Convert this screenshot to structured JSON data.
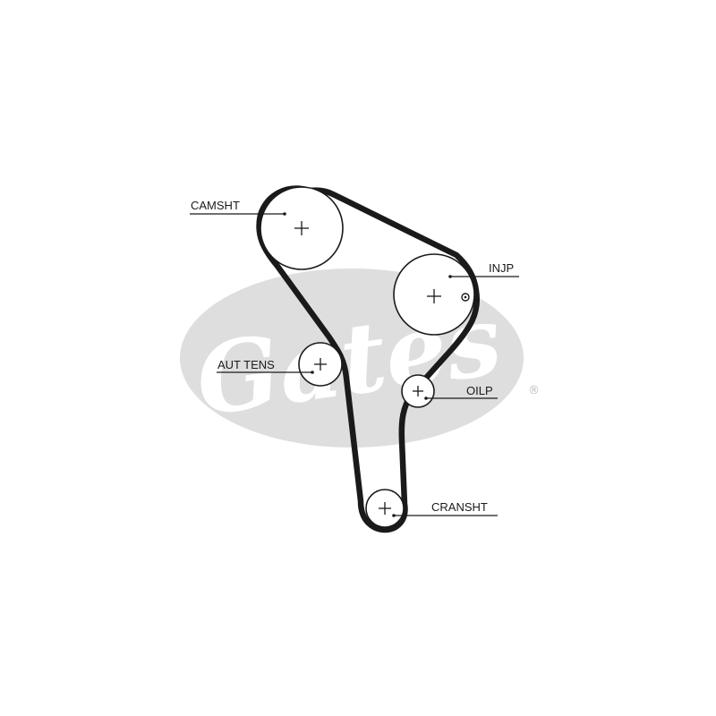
{
  "brand": {
    "watermark_text": "Gates",
    "registered_mark": "®",
    "watermark_color": "#dedede"
  },
  "belt": {
    "color": "#1a1a1a"
  },
  "labels": {
    "camshaft": "CAMSHT",
    "injection_pump": "INJP",
    "auto_tensioner": "AUT TENS",
    "oil_pump": "OILP",
    "crankshaft": "CRANSHT"
  }
}
